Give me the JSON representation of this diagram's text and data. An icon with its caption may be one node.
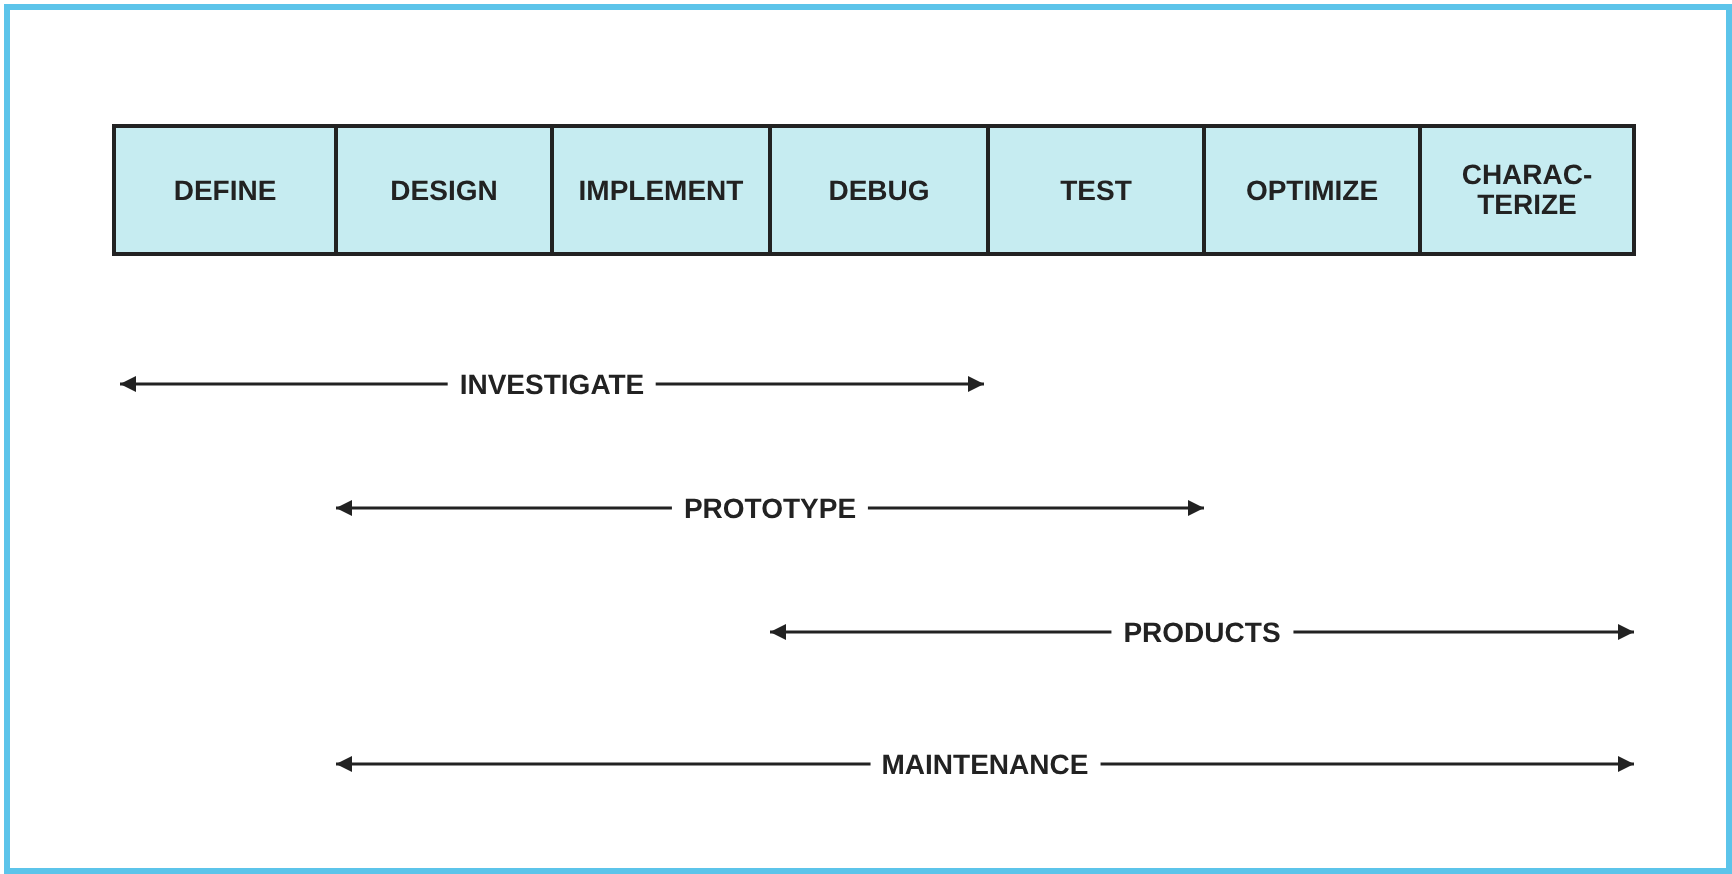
{
  "diagram": {
    "nodes": [
      {
        "text": [
          "DEFINE"
        ]
      },
      {
        "text": [
          "DESIGN"
        ]
      },
      {
        "text": [
          "IMPLEMENT"
        ]
      },
      {
        "text": [
          "DEBUG"
        ]
      },
      {
        "text": [
          "TEST"
        ]
      },
      {
        "text": [
          "OPTIMIZE"
        ]
      },
      {
        "text": [
          "CHARAC-TERIZE"
        ]
      }
    ],
    "labels": [
      "INVESTIGATE",
      "PROTOTYPE",
      "PRODUCTS",
      "MAINTENANCE"
    ]
  }
}
